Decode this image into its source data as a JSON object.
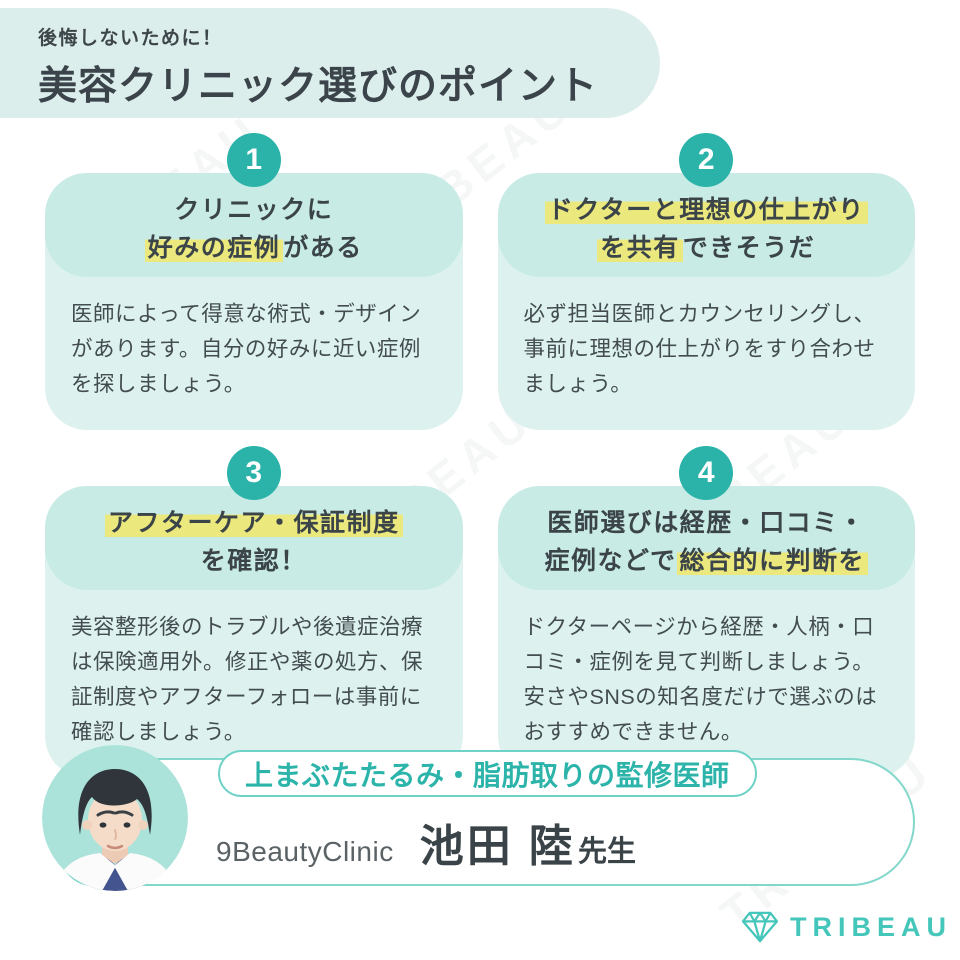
{
  "header": {
    "tagline": "後悔しないために！",
    "title": "美容クリニック選びのポイント"
  },
  "points": [
    {
      "number": "1",
      "title_lines": [
        [
          {
            "text": "クリニックに",
            "hl": false
          }
        ],
        [
          {
            "text": "好みの症例",
            "hl": true
          },
          {
            "text": "がある",
            "hl": false
          }
        ]
      ],
      "body": "医師によって得意な術式・デザインがあります。自分の好みに近い症例を探しましょう。"
    },
    {
      "number": "2",
      "title_lines": [
        [
          {
            "text": "ドクターと理想の仕上がり",
            "hl": true
          }
        ],
        [
          {
            "text": "を共有",
            "hl": true
          },
          {
            "text": "できそうだ",
            "hl": false
          }
        ]
      ],
      "body": "必ず担当医師とカウンセリングし、事前に理想の仕上がりをすり合わせましょう。"
    },
    {
      "number": "3",
      "title_lines": [
        [
          {
            "text": "アフターケア・保証制度",
            "hl": true
          }
        ],
        [
          {
            "text": "を確認！",
            "hl": false
          }
        ]
      ],
      "body": "美容整形後のトラブルや後遺症治療は保険適用外。修正や薬の処方、保証制度やアフターフォローは事前に確認しましょう。"
    },
    {
      "number": "4",
      "title_lines": [
        [
          {
            "text": "医師選びは経歴・口コミ・",
            "hl": false
          }
        ],
        [
          {
            "text": "症例などで",
            "hl": false
          },
          {
            "text": "総合的に判断を",
            "hl": true
          }
        ]
      ],
      "body": "ドクターページから経歴・人柄・口コミ・症例を見て判断しましょう。安さやSNSの知名度だけで選ぶのはおすすめできません。"
    }
  ],
  "doctor": {
    "badge": "上まぶたたるみ・脂肪取りの監修医師",
    "clinic": "9BeautyClinic",
    "name": "池田 陸",
    "honorific": "先生"
  },
  "logo": {
    "text": "TRIBEAU"
  },
  "watermark": {
    "text": "TRIBEAU"
  },
  "colors": {
    "accent_teal": "#2cb4aa",
    "highlight_yellow": "#ebe87d",
    "card_head_mint": "#c8ebe6",
    "card_body_mint": "#ddf2ee",
    "header_mint": "#dceeeb",
    "text_dark": "#3b4448",
    "logo_teal": "#45c6ba",
    "border_teal": "#82d7cb"
  }
}
